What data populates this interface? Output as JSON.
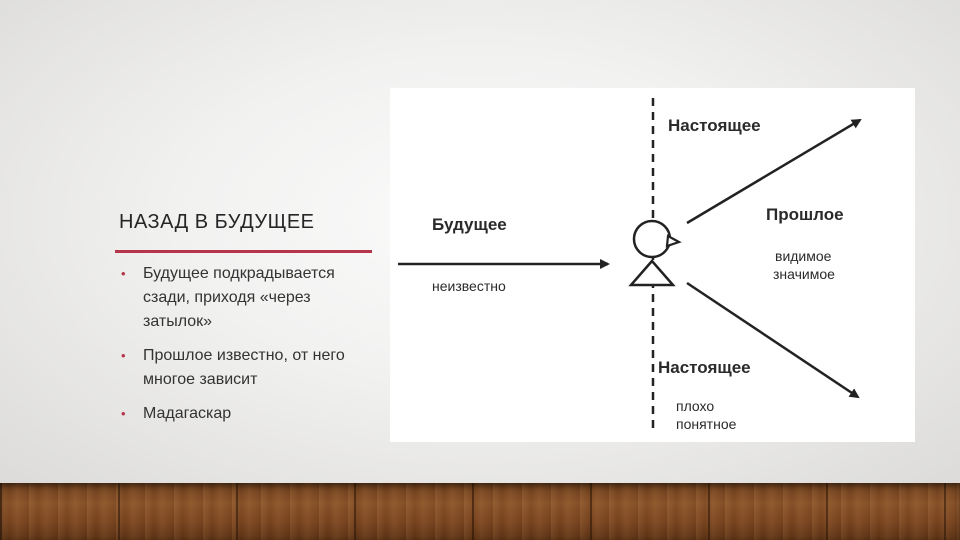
{
  "slide": {
    "title": "НАЗАД В БУДУЩЕЕ",
    "accent_color": "#b5364a",
    "bullets": [
      "Будущее подкрадывается сзади, приходя «через затылок»",
      "Прошлое известно, от него многое зависит",
      "Мадагаскар"
    ]
  },
  "diagram": {
    "present_top": "Настоящее",
    "future_label": "Будущее",
    "future_sub": "неизвестно",
    "past_label": "Прошлое",
    "past_sub_1": "видимое",
    "past_sub_2": "значимое",
    "present_bottom": "Настоящее",
    "present_bottom_sub_1": "плохо",
    "present_bottom_sub_2": "понятное"
  }
}
